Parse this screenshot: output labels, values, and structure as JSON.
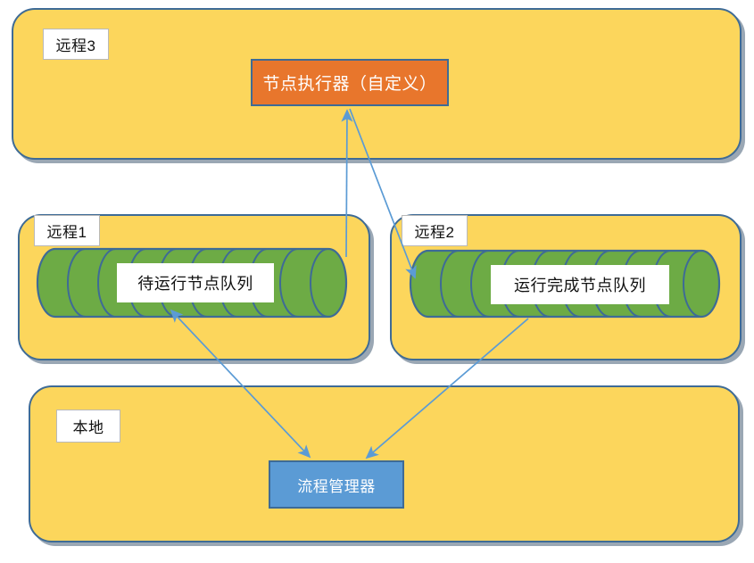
{
  "diagram": {
    "title": "node execution distributed queue architecture",
    "colors": {
      "zone_fill": "#FCD65C",
      "zone_border": "#3E6B96",
      "cylinder_fill": "#6DAB45",
      "cylinder_border": "#3E6B96",
      "executor_fill": "#E8762C",
      "manager_fill": "#5B9BD5",
      "arrow": "#5B9BD5",
      "label_fill": "#FFFFFF"
    },
    "zones": [
      {
        "id": "remote3",
        "label": "远程3"
      },
      {
        "id": "remote1",
        "label": "远程1"
      },
      {
        "id": "remote2",
        "label": "远程2"
      },
      {
        "id": "local",
        "label": "本地"
      }
    ],
    "nodes": {
      "executor": {
        "label": "节点执行器（自定义）"
      },
      "pending_queue": {
        "label": "待运行节点队列"
      },
      "finished_queue": {
        "label": "运行完成节点队列"
      },
      "manager": {
        "label": "流程管理器"
      }
    },
    "connections": [
      {
        "from": "pending_queue",
        "to": "executor",
        "arrowheads": "end"
      },
      {
        "from": "executor",
        "to": "finished_queue",
        "arrowheads": "end"
      },
      {
        "from": "pending_queue",
        "to": "manager",
        "arrowheads": "both"
      },
      {
        "from": "finished_queue",
        "to": "manager",
        "arrowheads": "end"
      }
    ]
  }
}
